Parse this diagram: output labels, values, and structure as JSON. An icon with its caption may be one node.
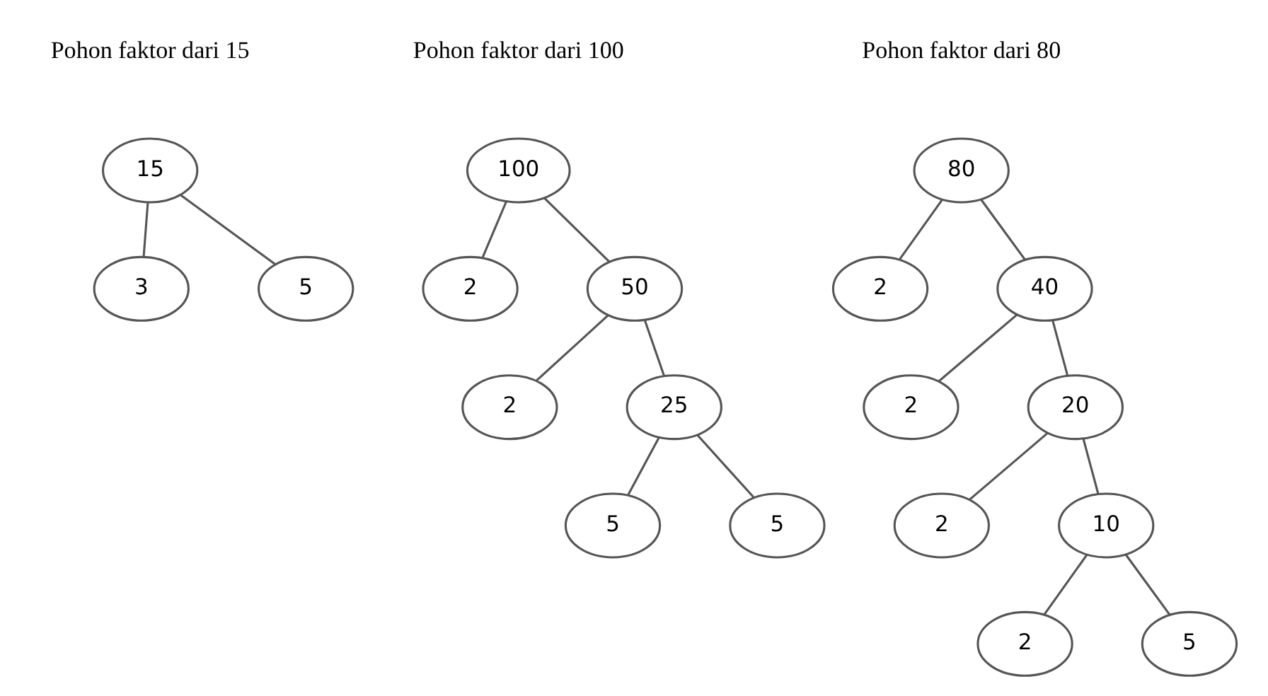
{
  "diagram": {
    "nodes": [
      {
        "text": [
          "15"
        ]
      },
      {
        "text": [
          "3"
        ]
      },
      {
        "text": [
          "5"
        ]
      },
      {
        "text": [
          "100"
        ]
      },
      {
        "text": [
          "2"
        ]
      },
      {
        "text": [
          "50"
        ]
      },
      {
        "text": [
          "2"
        ]
      },
      {
        "text": [
          "25"
        ]
      },
      {
        "text": [
          "5"
        ]
      },
      {
        "text": [
          "5"
        ]
      },
      {
        "text": [
          "80"
        ]
      },
      {
        "text": [
          "2"
        ]
      },
      {
        "text": [
          "40"
        ]
      },
      {
        "text": [
          "2"
        ]
      },
      {
        "text": [
          "20"
        ]
      },
      {
        "text": [
          "2"
        ]
      },
      {
        "text": [
          "10"
        ]
      },
      {
        "text": [
          "2"
        ]
      },
      {
        "text": [
          "5"
        ]
      }
    ],
    "edges": [
      {
        "from": 0,
        "to": 1,
        "arrow": "none"
      },
      {
        "from": 0,
        "to": 2,
        "arrow": "none"
      },
      {
        "from": 3,
        "to": 4,
        "arrow": "none"
      },
      {
        "from": 3,
        "to": 5,
        "arrow": "none"
      },
      {
        "from": 5,
        "to": 6,
        "arrow": "none"
      },
      {
        "from": 5,
        "to": 7,
        "arrow": "none"
      },
      {
        "from": 7,
        "to": 8,
        "arrow": "none"
      },
      {
        "from": 7,
        "to": 9,
        "arrow": "none"
      },
      {
        "from": 10,
        "to": 11,
        "arrow": "none"
      },
      {
        "from": 10,
        "to": 12,
        "arrow": "none"
      },
      {
        "from": 12,
        "to": 13,
        "arrow": "none"
      },
      {
        "from": 12,
        "to": 14,
        "arrow": "none"
      },
      {
        "from": 14,
        "to": 15,
        "arrow": "none"
      },
      {
        "from": 14,
        "to": 16,
        "arrow": "none"
      },
      {
        "from": 16,
        "to": 17,
        "arrow": "none"
      },
      {
        "from": 16,
        "to": 18,
        "arrow": "none"
      }
    ],
    "labels": [
      "Pohon faktor dari 15",
      "Pohon faktor dari 100",
      "Pohon faktor dari 80"
    ]
  }
}
